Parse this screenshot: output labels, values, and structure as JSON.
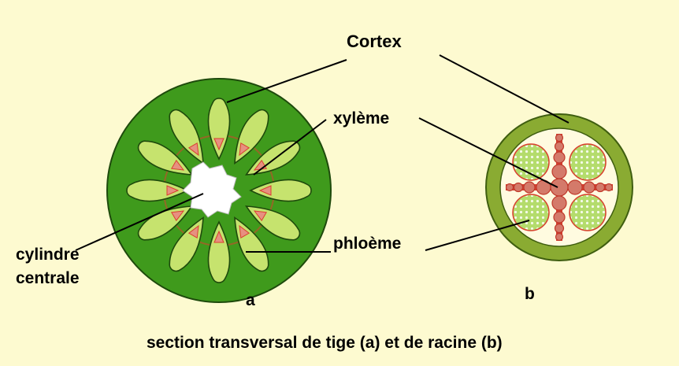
{
  "labels": {
    "cortex": "Cortex",
    "xylem": "xylème",
    "phloem": "phloème",
    "central_cylinder_line1": "cylindre",
    "central_cylinder_line2": "centrale",
    "stem_letter": "a",
    "root_letter": "b",
    "caption": "section transversal de tige (a) et de racine (b)"
  },
  "colors": {
    "background": "#fdfad0",
    "stem_cortex": "#3f9a1c",
    "stem_outline": "#1e4a0c",
    "bundle_light": "#c6e36e",
    "xylem_red": "#d9402f",
    "xylem_pink": "#e79080",
    "pith": "#ffffff",
    "root_ring": "#8aab32",
    "root_inner": "#fffbe0",
    "phloem_patch": "#b4dc6c",
    "xylem_arm": "#d9402f",
    "xylem_cell": "#d47a6a",
    "leader": "#000000"
  },
  "stem": {
    "vascular_bundle_count": 12
  }
}
